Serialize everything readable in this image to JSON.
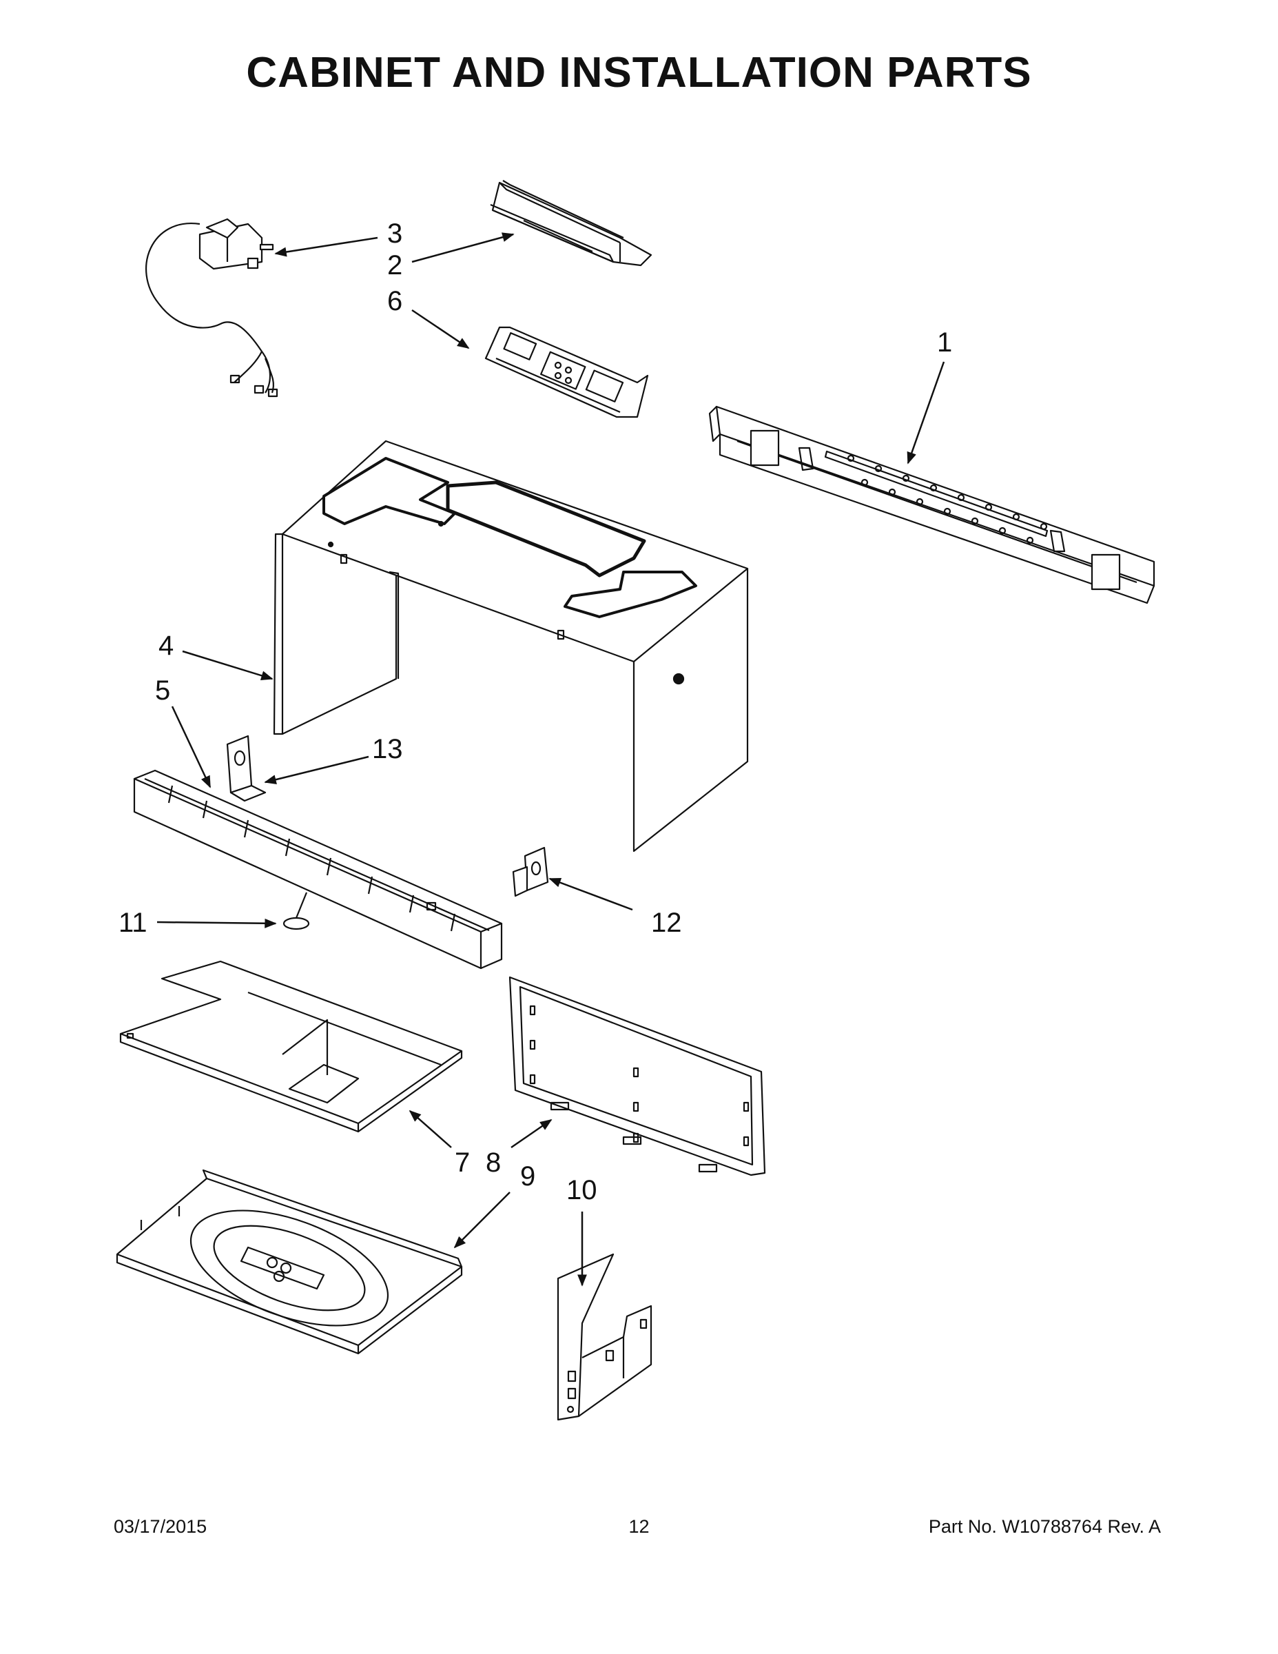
{
  "title": "CABINET AND INSTALLATION PARTS",
  "callouts": {
    "c1": "1",
    "c2": "2",
    "c3": "3",
    "c4": "4",
    "c5": "5",
    "c6": "6",
    "c7": "7",
    "c8": "8",
    "c9": "9",
    "c10": "10",
    "c11": "11",
    "c12": "12",
    "c13": "13"
  },
  "footer": {
    "date": "03/17/2015",
    "page": "12",
    "part": "Part No.  W10788764  Rev.  A"
  }
}
